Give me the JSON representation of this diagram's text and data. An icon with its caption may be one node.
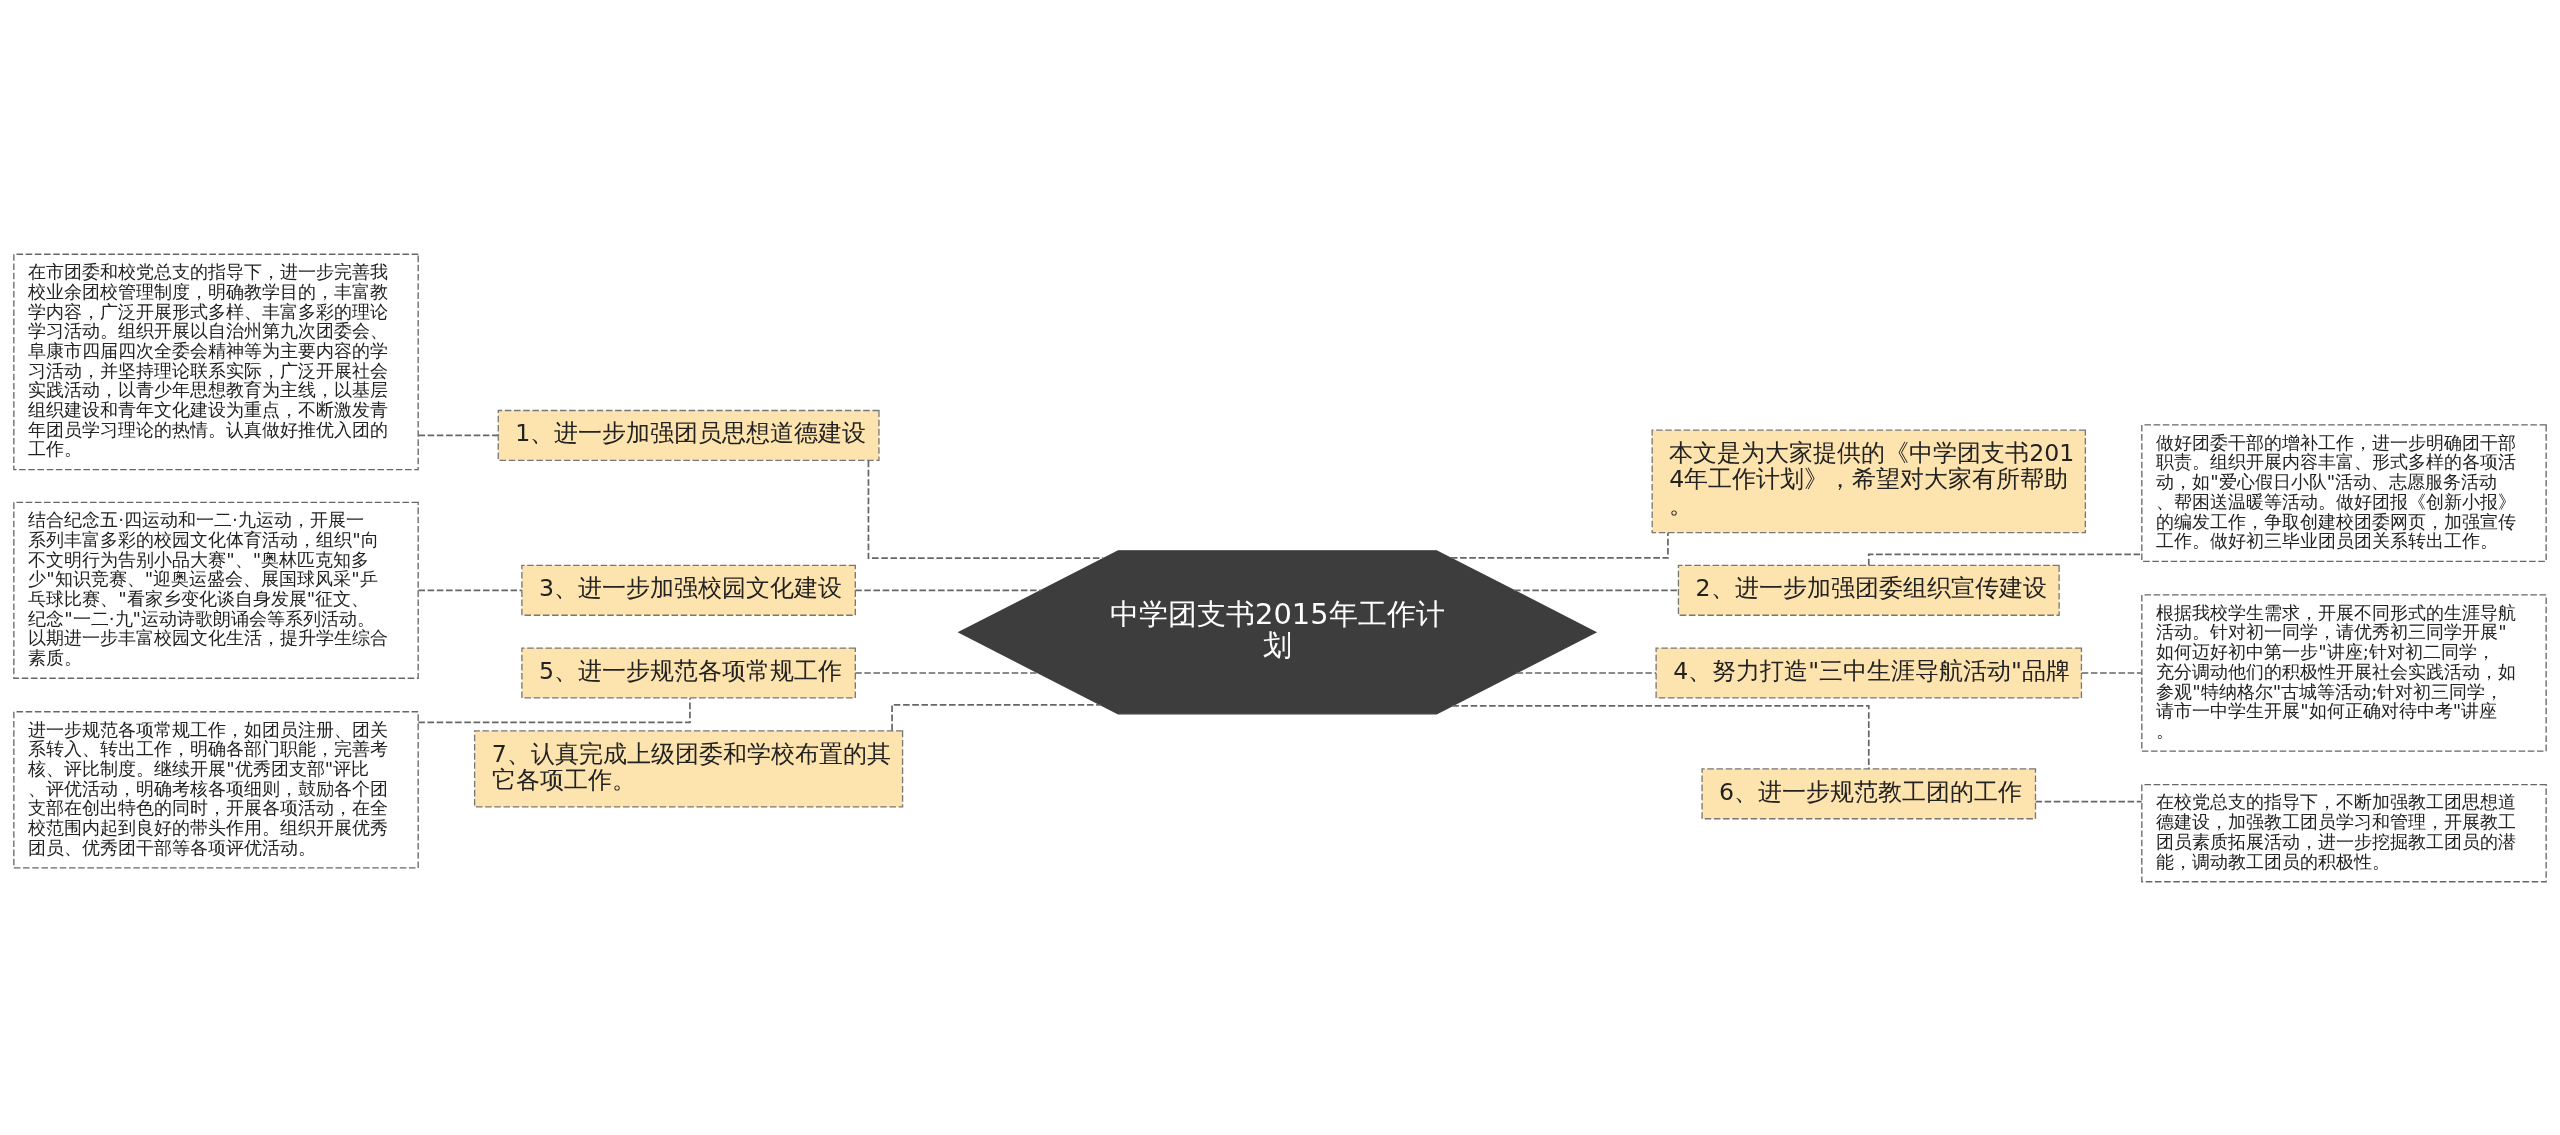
{
  "diagram": {
    "nodes": [
      {
        "text": [
          "中学团支书2015年工作计划"
        ]
      },
      {
        "text": [
          "1、进一步加强团员思想道德建设"
        ]
      },
      {
        "text": [
          "在市团委和校党总支的指导下，进一步完善我校业余团校管理制度，明确教学目的，丰富教学内容，广泛开展形式多样、丰富多彩的理论学习活动。组织开展以自治州第九次团委会、阜康市四届四次全委会精神等为主要内容的学习活动，并坚持理论联系实际，广泛开展社会实践活动，以青少年思想教育为主线，以基层组织建设和青年文化建设为重点，不断激发青年团员学习理论的热情。认真做好推优入团的工作。"
        ]
      },
      {
        "text": [
          "3、进一步加强校园文化建设"
        ]
      },
      {
        "text": [
          "结合纪念五·四运动和一二·九运动，开展一系列丰富多彩的校园文化体育活动，组织\"向不文明行为告别小品大赛\"、\"奥林匹克知多少\"知识竞赛、\"迎奥运盛会、展国球风采\"乒乓球比赛、\"看家乡变化谈自身发展\"征文、纪念\"一二·九\"运动诗歌朗诵会等系列活动。以期进一步丰富校园文化生活，提升学生综合素质。"
        ]
      },
      {
        "text": [
          "5、进一步规范各项常规工作"
        ]
      },
      {
        "text": [
          "进一步规范各项常规工作，如团员注册、团关系转入、转出工作，明确各部门职能，完善考核、评比制度。继续开展\"优秀团支部\"评比、评优活动，明确考核各项细则，鼓励各个团支部在创出特色的同时，开展各项活动，在全校范围内起到良好的带头作用。组织开展优秀团员、优秀团干部等各项评优活动。"
        ]
      },
      {
        "text": [
          "7、认真完成上级团委和学校布置的其它各项工作。"
        ]
      },
      {
        "text": [
          "本文是为大家提供的《中学团支书2014年工作计划》，希望对大家有所帮助。"
        ]
      },
      {
        "text": [
          "2、进一步加强团委组织宣传建设"
        ]
      },
      {
        "text": [
          "做好团委干部的增补工作，进一步明确团干部职责。组织开展内容丰富、形式多样的各项活动，如\"爱心假日小队\"活动、志愿服务活动、帮困送温暖等活动。做好团报《创新小报》的编发工作，争取创建校团委网页，加强宣传工作。做好初三毕业团员团关系转出工作。"
        ]
      },
      {
        "text": [
          "4、努力打造\"三中生涯导航活动\"品牌"
        ]
      },
      {
        "text": [
          "根据我校学生需求，开展不同形式的生涯导航活动。针对初一同学，请优秀初三同学开展\"如何迈好初中第一步\"讲座;针对初二同学，充分调动他们的积极性开展社会实践活动，如参观\"特纳格尔\"古城等活动;针对初三同学，请市一中学生开展\"如何正确对待中考\"讲座。"
        ]
      },
      {
        "text": [
          "6、进一步规范教工团的工作"
        ]
      },
      {
        "text": [
          "在校党总支的指导下，不断加强教工团思想道德建设，加强教工团员学习和管理，开展教工团员素质拓展活动，进一步挖掘教工团员的潜能，调动教工团员的积极性。"
        ]
      }
    ],
    "edges": [
      {
        "from": 0,
        "to": 1,
        "arrow": "none",
        "style": "dashed"
      },
      {
        "from": 1,
        "to": 2,
        "arrow": "none",
        "style": "dashed"
      },
      {
        "from": 0,
        "to": 3,
        "arrow": "none",
        "style": "dashed"
      },
      {
        "from": 3,
        "to": 4,
        "arrow": "none",
        "style": "dashed"
      },
      {
        "from": 0,
        "to": 5,
        "arrow": "none",
        "style": "dashed"
      },
      {
        "from": 5,
        "to": 6,
        "arrow": "none",
        "style": "dashed"
      },
      {
        "from": 0,
        "to": 7,
        "arrow": "none",
        "style": "dashed"
      },
      {
        "from": 0,
        "to": 8,
        "arrow": "none",
        "style": "dashed"
      },
      {
        "from": 0,
        "to": 9,
        "arrow": "none",
        "style": "dashed"
      },
      {
        "from": 9,
        "to": 10,
        "arrow": "none",
        "style": "dashed"
      },
      {
        "from": 0,
        "to": 11,
        "arrow": "none",
        "style": "dashed"
      },
      {
        "from": 11,
        "to": 12,
        "arrow": "none",
        "style": "dashed"
      },
      {
        "from": 0,
        "to": 13,
        "arrow": "none",
        "style": "dashed"
      },
      {
        "from": 13,
        "to": 14,
        "arrow": "none",
        "style": "dashed"
      }
    ]
  }
}
